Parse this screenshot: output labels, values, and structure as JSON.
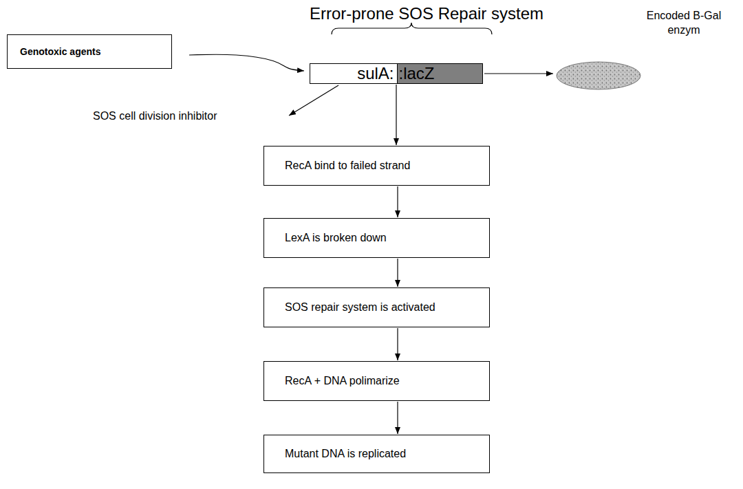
{
  "diagram": {
    "title": "Error-prone SOS Repair system",
    "nodes": [
      {
        "text": [
          "Genotoxic agents"
        ]
      },
      {
        "text": [
          "sulA:",
          ":lacZ"
        ]
      },
      {
        "text": [
          "Encoded B-Gal enzym"
        ]
      },
      {
        "text": [
          "RecA bind to failed strand"
        ]
      },
      {
        "text": [
          "LexA is broken down"
        ]
      },
      {
        "text": [
          "SOS repair system is activated"
        ]
      },
      {
        "text": [
          "RecA + DNA polimarize"
        ]
      },
      {
        "text": [
          "Mutant DNA is replicated"
        ]
      }
    ],
    "edges": [
      {
        "from": 0,
        "to": 1,
        "arrow": "to"
      },
      {
        "from": 1,
        "to": 2,
        "arrow": "to"
      },
      {
        "from": 1,
        "to": 3,
        "arrow": "to"
      },
      {
        "from": 3,
        "to": 4,
        "arrow": "to"
      },
      {
        "from": 4,
        "to": 5,
        "arrow": "to"
      },
      {
        "from": 5,
        "to": 6,
        "arrow": "to"
      },
      {
        "from": 6,
        "to": 7,
        "arrow": "to"
      }
    ],
    "labels": [
      "SOS cell division inhibitor"
    ]
  }
}
